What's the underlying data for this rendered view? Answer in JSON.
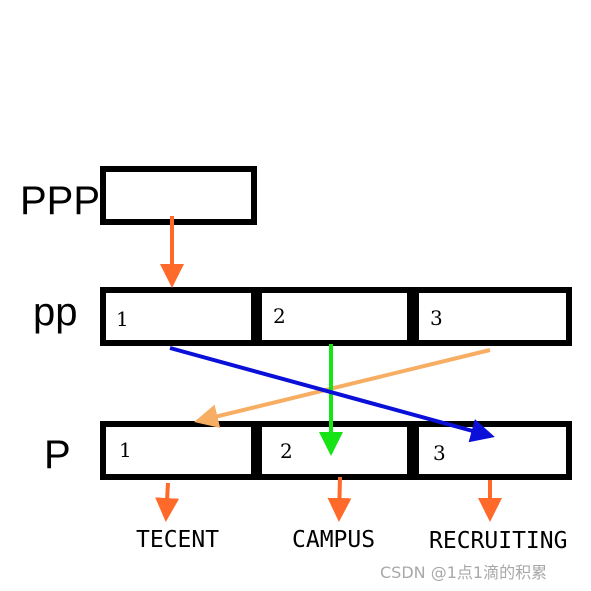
{
  "labels": {
    "ppp": "PPP",
    "pp": "pp",
    "p": "P"
  },
  "pp_cells": [
    "1",
    "2",
    "3"
  ],
  "p_cells": [
    "1",
    "2",
    "3"
  ],
  "outputs": [
    "TECENT",
    "CAMPUS",
    "RECRUITING"
  ],
  "watermark": "CSDN @1点1滴的积累",
  "colors": {
    "box_stroke": "#000000",
    "orange": "#ff6a2a",
    "light_orange": "#f7ad62",
    "green": "#16e416",
    "blue": "#0a10d8"
  }
}
